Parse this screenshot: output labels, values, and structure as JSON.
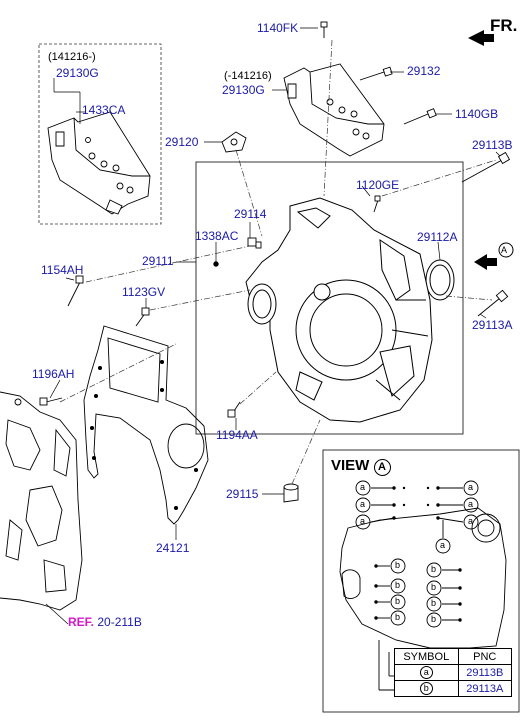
{
  "header": {
    "fr": "FR."
  },
  "arrow_a_label": "A",
  "labels": {
    "bracket_new_date": "(141216-)",
    "bracket_new_part": "29130G",
    "bracket_new_sub": "1433CA",
    "bolt_top": "1140FK",
    "bracket_old_date": "(-141216)",
    "bracket_old_part": "29130G",
    "bolt_29132": "29132",
    "bolt_1140gb": "1140GB",
    "sensor": "29120",
    "bolt_29113b": "29113B",
    "bolt_1120ge": "1120GE",
    "part_29114": "29114",
    "plug_1338ac": "1338AC",
    "seal": "29112A",
    "housing": "29111",
    "bolt_1154ah": "1154AH",
    "bolt_1123gv": "1123GV",
    "bolt_29113a": "29113A",
    "bolt_1196ah": "1196AH",
    "bolt_1194aa": "1194AA",
    "cap_29115": "29115",
    "gasket": "24121",
    "ref_prefix": "REF.",
    "ref_suffix": " 20-211B"
  },
  "view": {
    "title": "VIEW",
    "letter": "A",
    "marker_a": "a",
    "marker_b": "b",
    "table": {
      "header_symbol": "SYMBOL",
      "header_pnc": "PNC",
      "rows": [
        {
          "symbol": "a",
          "pnc": "29113B"
        },
        {
          "symbol": "b",
          "pnc": "29113A"
        }
      ]
    }
  }
}
